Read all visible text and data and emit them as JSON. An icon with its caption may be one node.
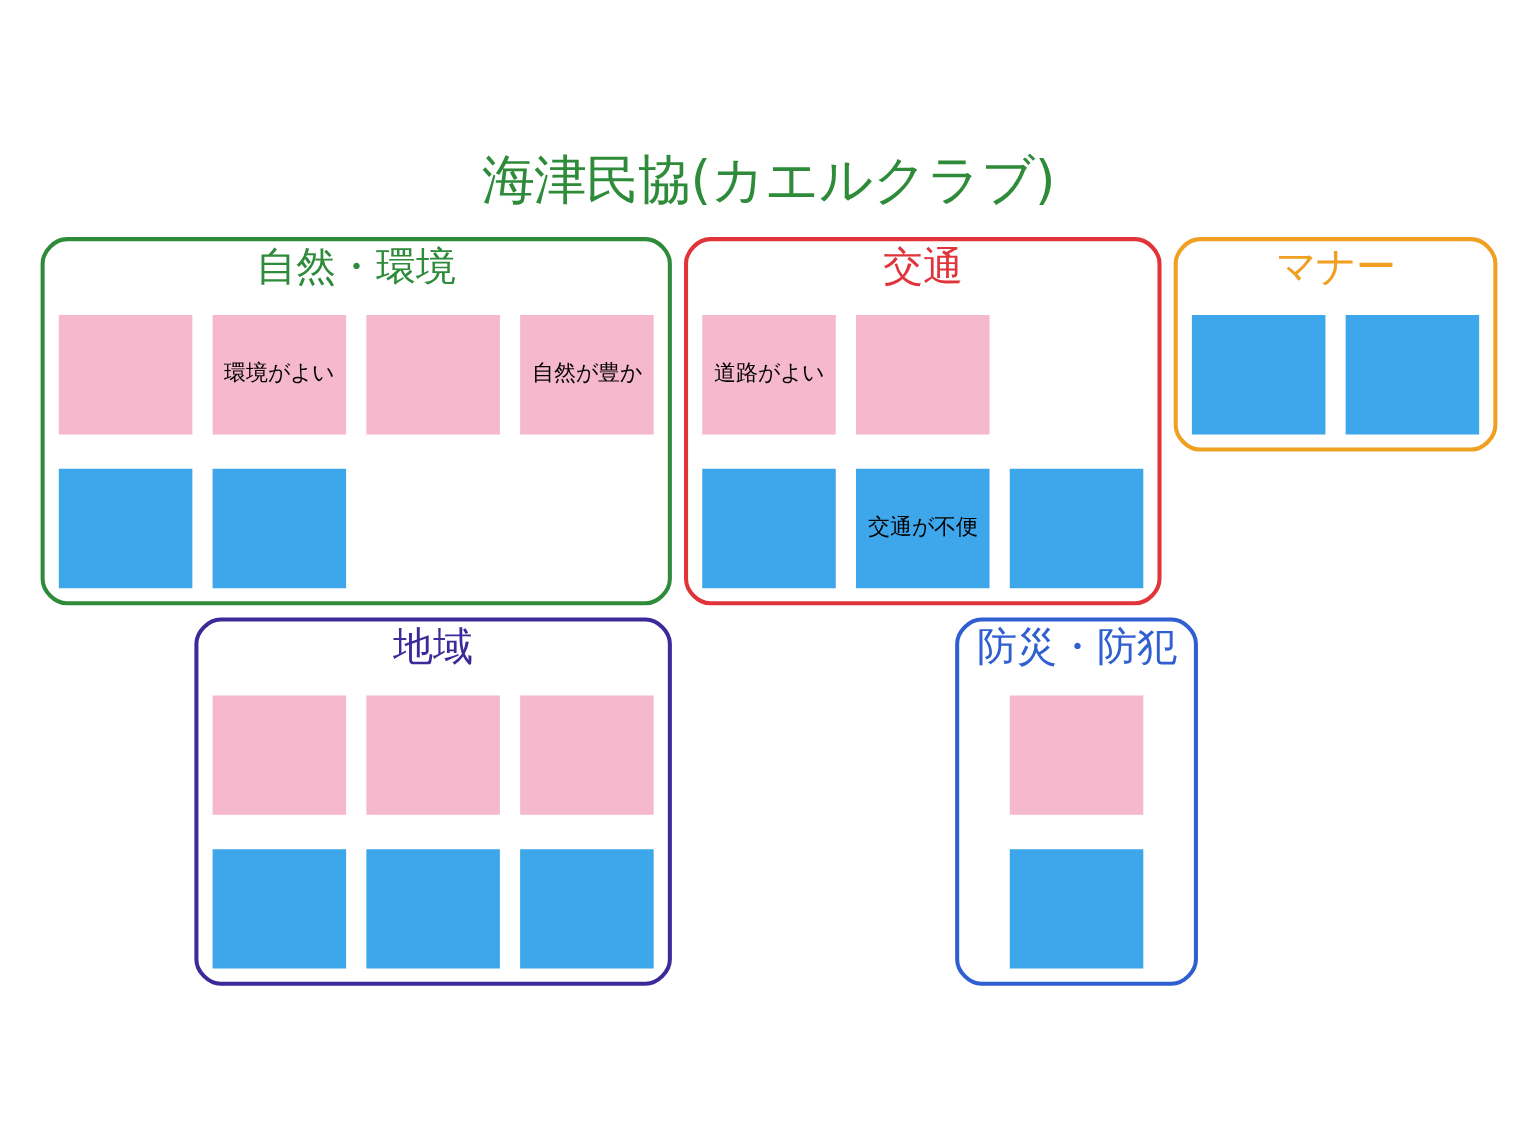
{
  "diagram": {
    "title": "海津民協(カエルクラブ)",
    "nodes": [
      {
        "text": [
          "自然・環境"
        ]
      },
      {
        "text": [],
        "shape": "box",
        "in": 0
      },
      {
        "text": [
          "環境がよい"
        ],
        "in": 0
      },
      {
        "text": [],
        "shape": "box",
        "in": 0
      },
      {
        "text": [
          "自然が豊か"
        ],
        "in": 0
      },
      {
        "text": [],
        "shape": "box",
        "in": 0
      },
      {
        "text": [],
        "shape": "box",
        "in": 0
      },
      {
        "text": [
          "交通"
        ]
      },
      {
        "text": [
          "道路がよい"
        ],
        "in": 7
      },
      {
        "text": [],
        "shape": "box",
        "in": 7
      },
      {
        "text": [],
        "shape": "box",
        "in": 7
      },
      {
        "text": [
          "交通が不便"
        ],
        "in": 7
      },
      {
        "text": [],
        "shape": "box",
        "in": 7
      },
      {
        "text": [
          "地域"
        ]
      },
      {
        "text": [],
        "shape": "box",
        "in": 13
      },
      {
        "text": [],
        "shape": "box",
        "in": 13
      },
      {
        "text": [],
        "shape": "box",
        "in": 13
      },
      {
        "text": [],
        "shape": "box",
        "in": 13
      },
      {
        "text": [],
        "shape": "box",
        "in": 13
      },
      {
        "text": [],
        "shape": "box",
        "in": 13
      },
      {
        "text": [
          "防災・防犯"
        ]
      },
      {
        "text": [],
        "shape": "box",
        "in": 20
      },
      {
        "text": [],
        "shape": "box",
        "in": 20
      },
      {
        "text": [
          "マナー"
        ]
      },
      {
        "text": [],
        "shape": "box",
        "in": 23
      },
      {
        "text": [],
        "shape": "box",
        "in": 23
      }
    ],
    "edges": []
  }
}
